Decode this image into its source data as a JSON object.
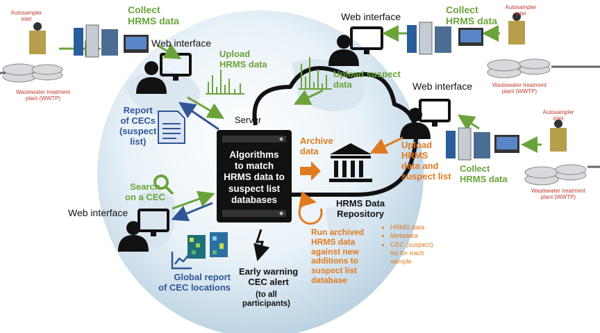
{
  "labels": {
    "collect_top_left": "Collect\nHRMS data",
    "collect_top_right": "Collect\nHRMS data",
    "collect_mid_right": "Collect\nHRMS data",
    "web_interface_left_top": "Web interface",
    "web_interface_right_top": "Web interface",
    "web_interface_right_mid": "Web interface",
    "web_interface_bottom_left": "Web interface",
    "upload_hrms": "Upload\nHRMS data",
    "upload_suspect": "Upload suspect\ndata",
    "report_cecs": "Report\nof CECs\n(suspect\nlist)",
    "server": "Server",
    "archive_data": "Archive\ndata",
    "upload_hrms_suspect": "Upload\nHRMS\ndata and\nsuspect list",
    "search_cec": "Search\non a CEC",
    "algorithms": "Algorithms\nto match\nHRMS data to\nsuspect list\ndatabases",
    "repository": "HRMS Data\nRepository",
    "run_archived": "Run archived\nHRMS data\nagainst new\nadditions to\nsuspect list\ndatabase",
    "global_report": "Global report\nof CEC locations",
    "early_warning": "Early warning\nCEC alert",
    "to_all": "(to all\nparticipants)",
    "autosampler_tl": "Autosampler\ninlet",
    "autosampler_tr": "Autosampler\ninlet",
    "autosampler_mr": "Autosampler\ninlet",
    "wwtp_tl": "Wastewater treatment\nplant (WWTP)",
    "wwtp_tr": "Wastewater treatment\nplant (WWTP)",
    "wwtp_mr": "Wastewater treatment\nplant (WWTP)"
  },
  "repository_items": [
    "HRMS data",
    "Metadata",
    "CEC (suspect)\nlist for each\nsample"
  ],
  "colors": {
    "green": "#6aa33a",
    "blue": "#2f5597",
    "orange": "#e07a1f",
    "dark": "#111111",
    "red": "#c0392b"
  },
  "icons": [
    "user-computer-icon",
    "document-icon",
    "magnifier-icon",
    "bank-icon",
    "cloud-icon",
    "server-icon",
    "mass-spectrum-icon",
    "line-chart-icon",
    "lightning-icon"
  ]
}
